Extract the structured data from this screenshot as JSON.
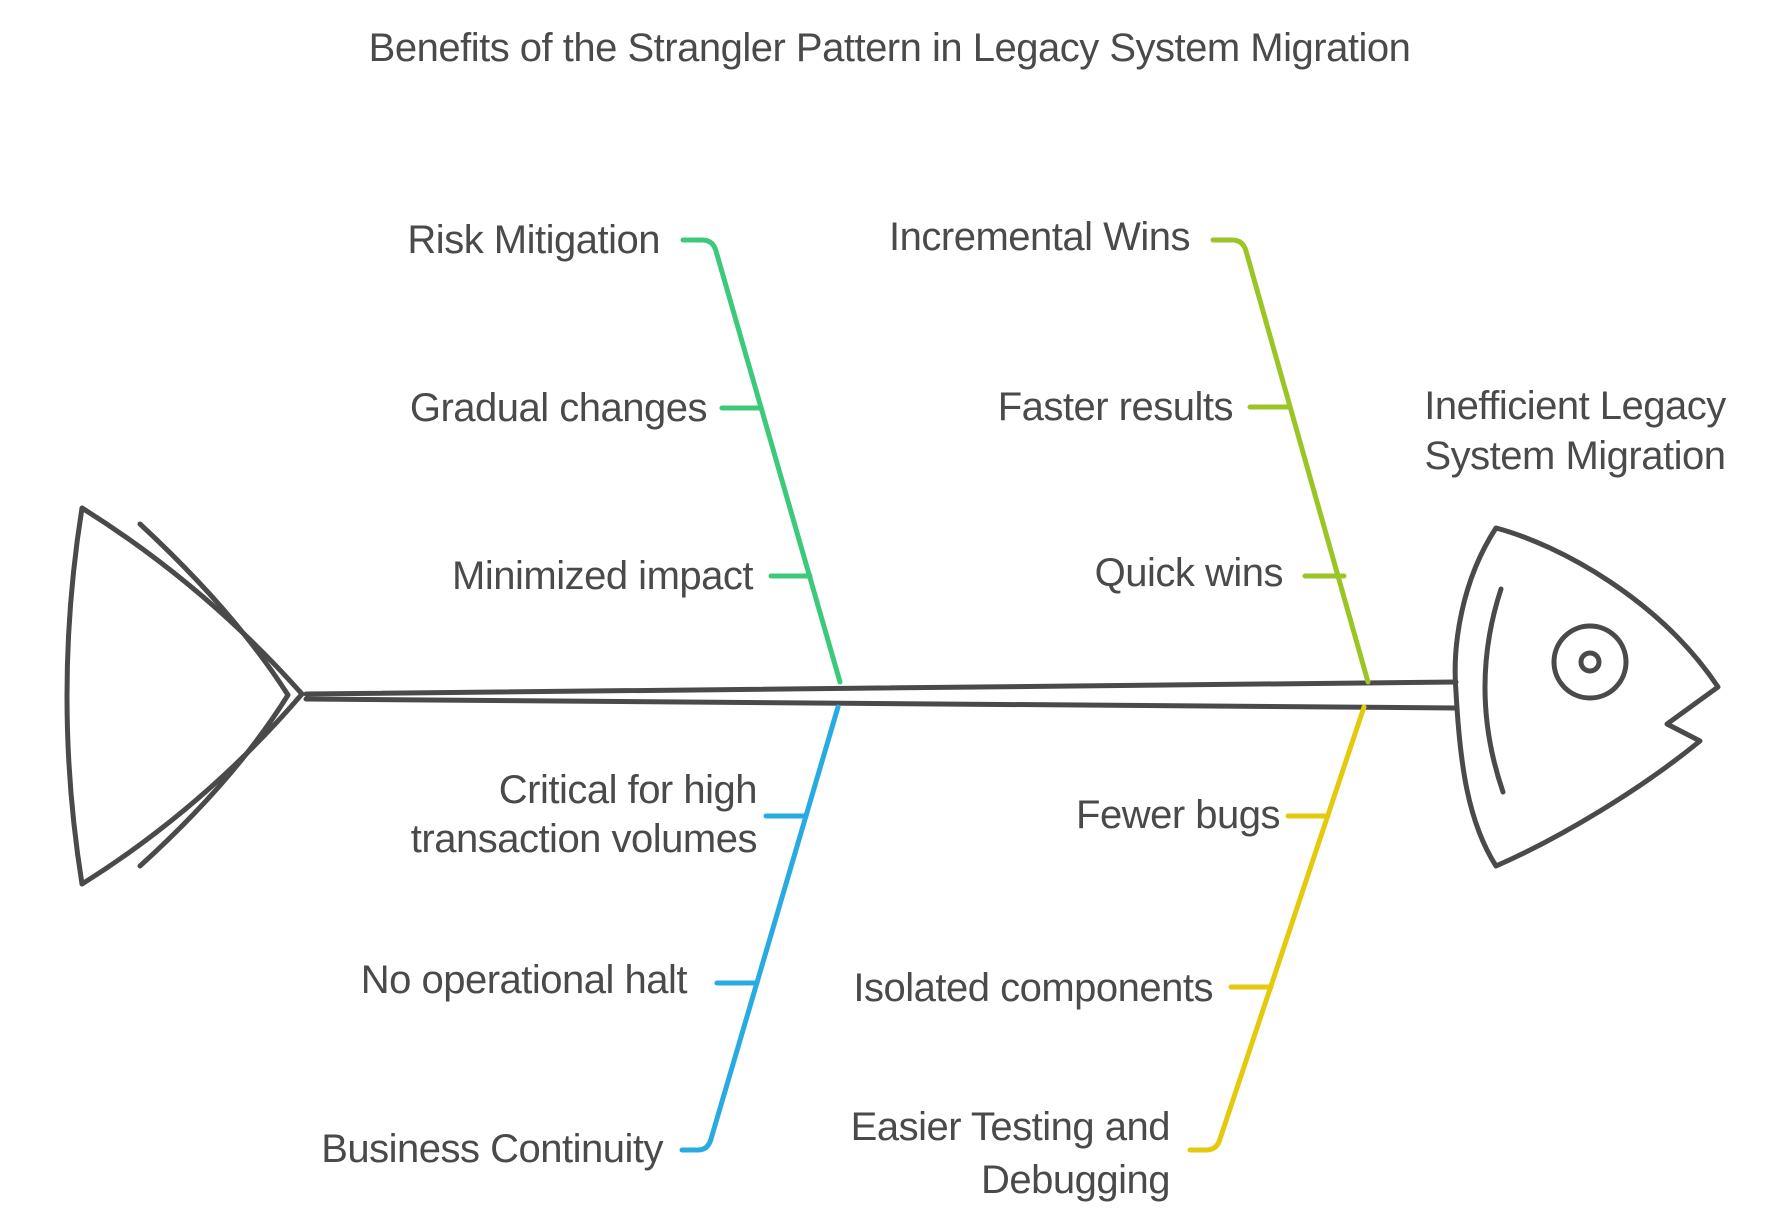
{
  "title": "Benefits of the Strangler Pattern in Legacy System Migration",
  "effect": {
    "label": "Inefficient Legacy\nSystem Migration"
  },
  "colors": {
    "ink": "#4a4a4a",
    "green": "#3cc97c",
    "lime": "#9ac525",
    "blue": "#29abe2",
    "yellow": "#e4c90c",
    "background": "#ffffff"
  },
  "diagram_type": "fishbone",
  "branches": [
    {
      "name": "Risk Mitigation",
      "position": "top-left",
      "color": "#3cc97c",
      "causes": [
        "Gradual changes",
        "Minimized impact"
      ]
    },
    {
      "name": "Incremental Wins",
      "position": "top-right",
      "color": "#9ac525",
      "causes": [
        "Faster results",
        "Quick wins"
      ]
    },
    {
      "name": "Business Continuity",
      "position": "bottom-left",
      "color": "#29abe2",
      "causes": [
        "Critical for high\ntransaction volumes",
        "No operational halt"
      ]
    },
    {
      "name": "Easier Testing and\nDebugging",
      "position": "bottom-right",
      "color": "#e4c90c",
      "causes": [
        "Fewer bugs",
        "Isolated components"
      ]
    }
  ]
}
